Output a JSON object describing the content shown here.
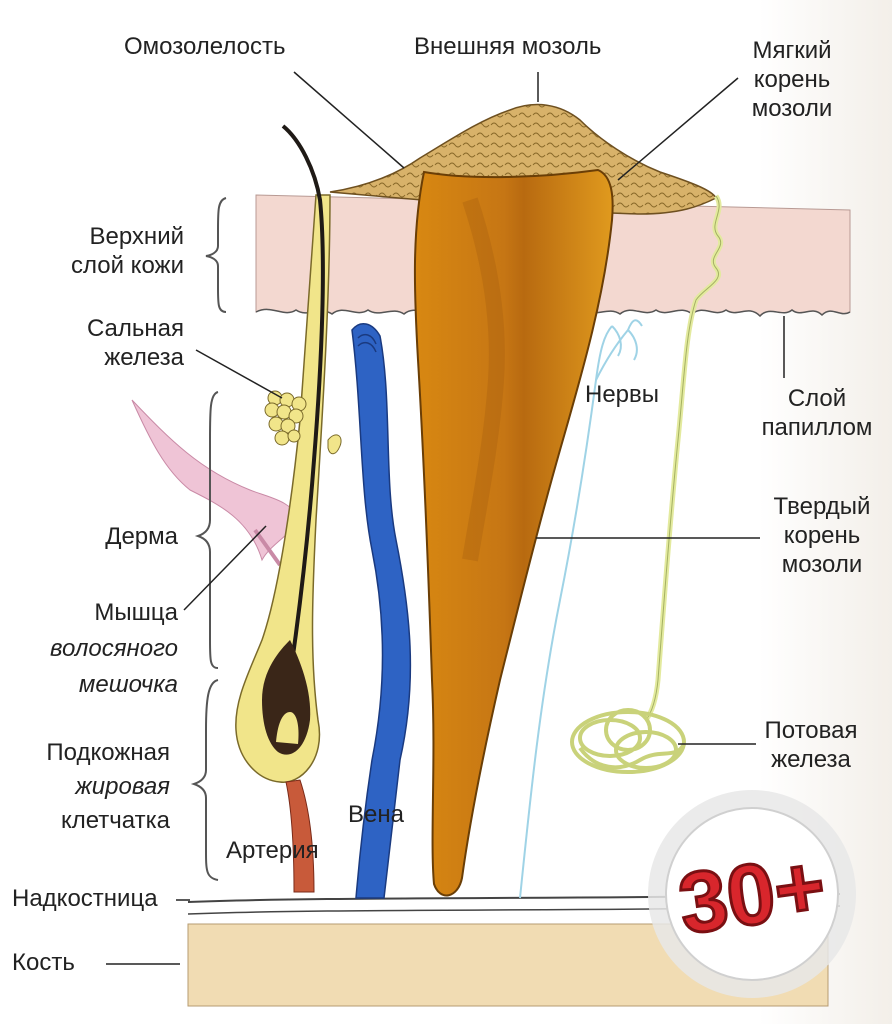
{
  "labels": {
    "callus": "Омозолелость",
    "outer_corn": "Внешняя мозоль",
    "soft_root": "Мягкий\nкорень\nмозоли",
    "upper_skin": "Верхний\nслой кожи",
    "sebaceous": "Сальная\nжелеза",
    "nerves": "Нервы",
    "papillary": "Слой\nпапиллом",
    "dermis": "Дерма",
    "hard_root": "Твердый\nкорень\nмозоли",
    "muscle_line1": "Мышца",
    "muscle_line2": "волосяного",
    "muscle_line3": "мешочка",
    "subcut_line1": "Подкожная",
    "subcut_line2": "жировая",
    "subcut_line3": "клетчатка",
    "sweat": "Потовая\nжелеза",
    "vein": "Вена",
    "artery": "Артерия",
    "periosteum": "Надкостница",
    "bone": "Кость"
  },
  "badge": {
    "text": "30+"
  },
  "colors": {
    "skin": "#f3d8d0",
    "corn": "#e29a1c",
    "corn_dark": "#b46d0c",
    "callus": "#d8b26a",
    "hair_follicle": "#f1e58a",
    "vein": "#2e63c4",
    "artery": "#c85a3a",
    "muscle": "#efc4d6",
    "nerve": "#9fd3e6",
    "sweat_gland": "#e3ea9e",
    "bone": "#f1dcb3",
    "badge_red": "#d8262c"
  }
}
